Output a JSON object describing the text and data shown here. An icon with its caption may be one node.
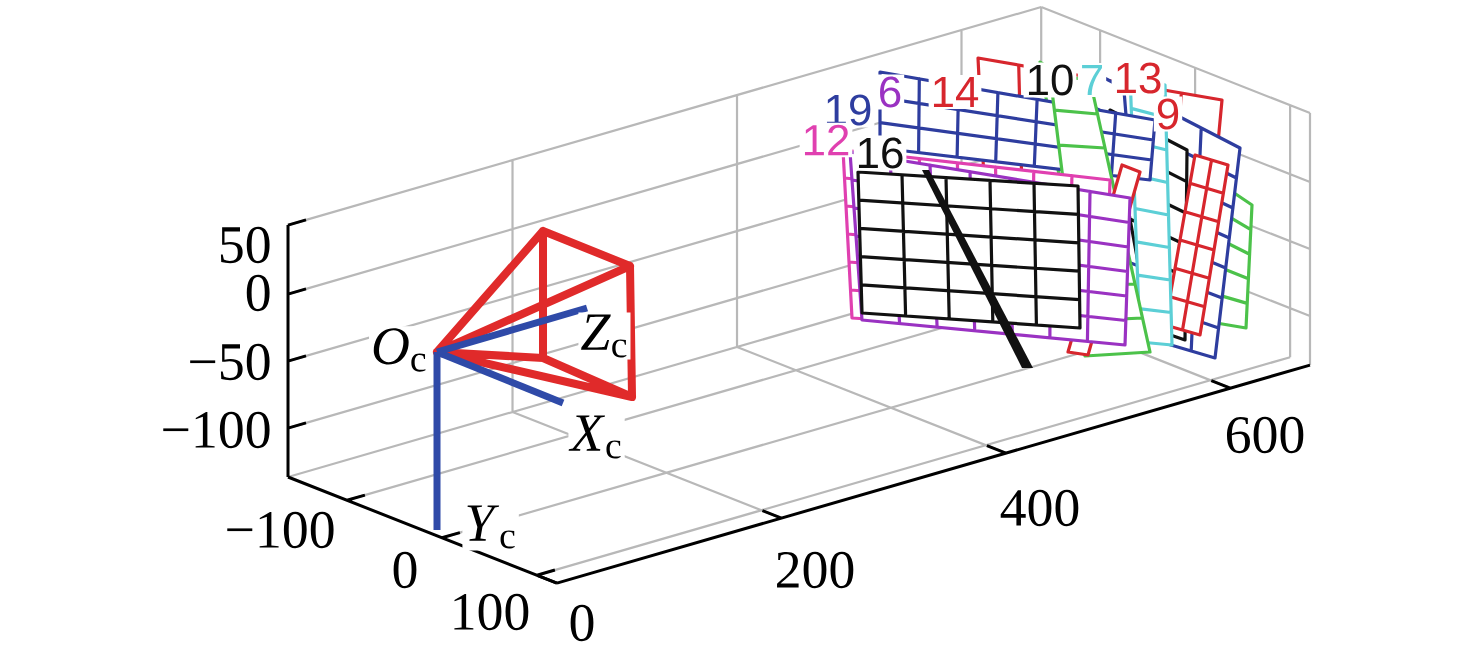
{
  "diagram": {
    "labels": [
      "6",
      "14",
      "10",
      "7",
      "13",
      "19",
      "9",
      "12",
      "16",
      "50",
      "0",
      "−50",
      "*O*$_{c}$",
      "*Z*$_{c}$",
      "−100",
      "*X*$_{c}$",
      "600",
      "−100",
      "*Y*$_{c}$",
      "400",
      "0",
      "200",
      "100",
      "0"
    ]
  }
}
